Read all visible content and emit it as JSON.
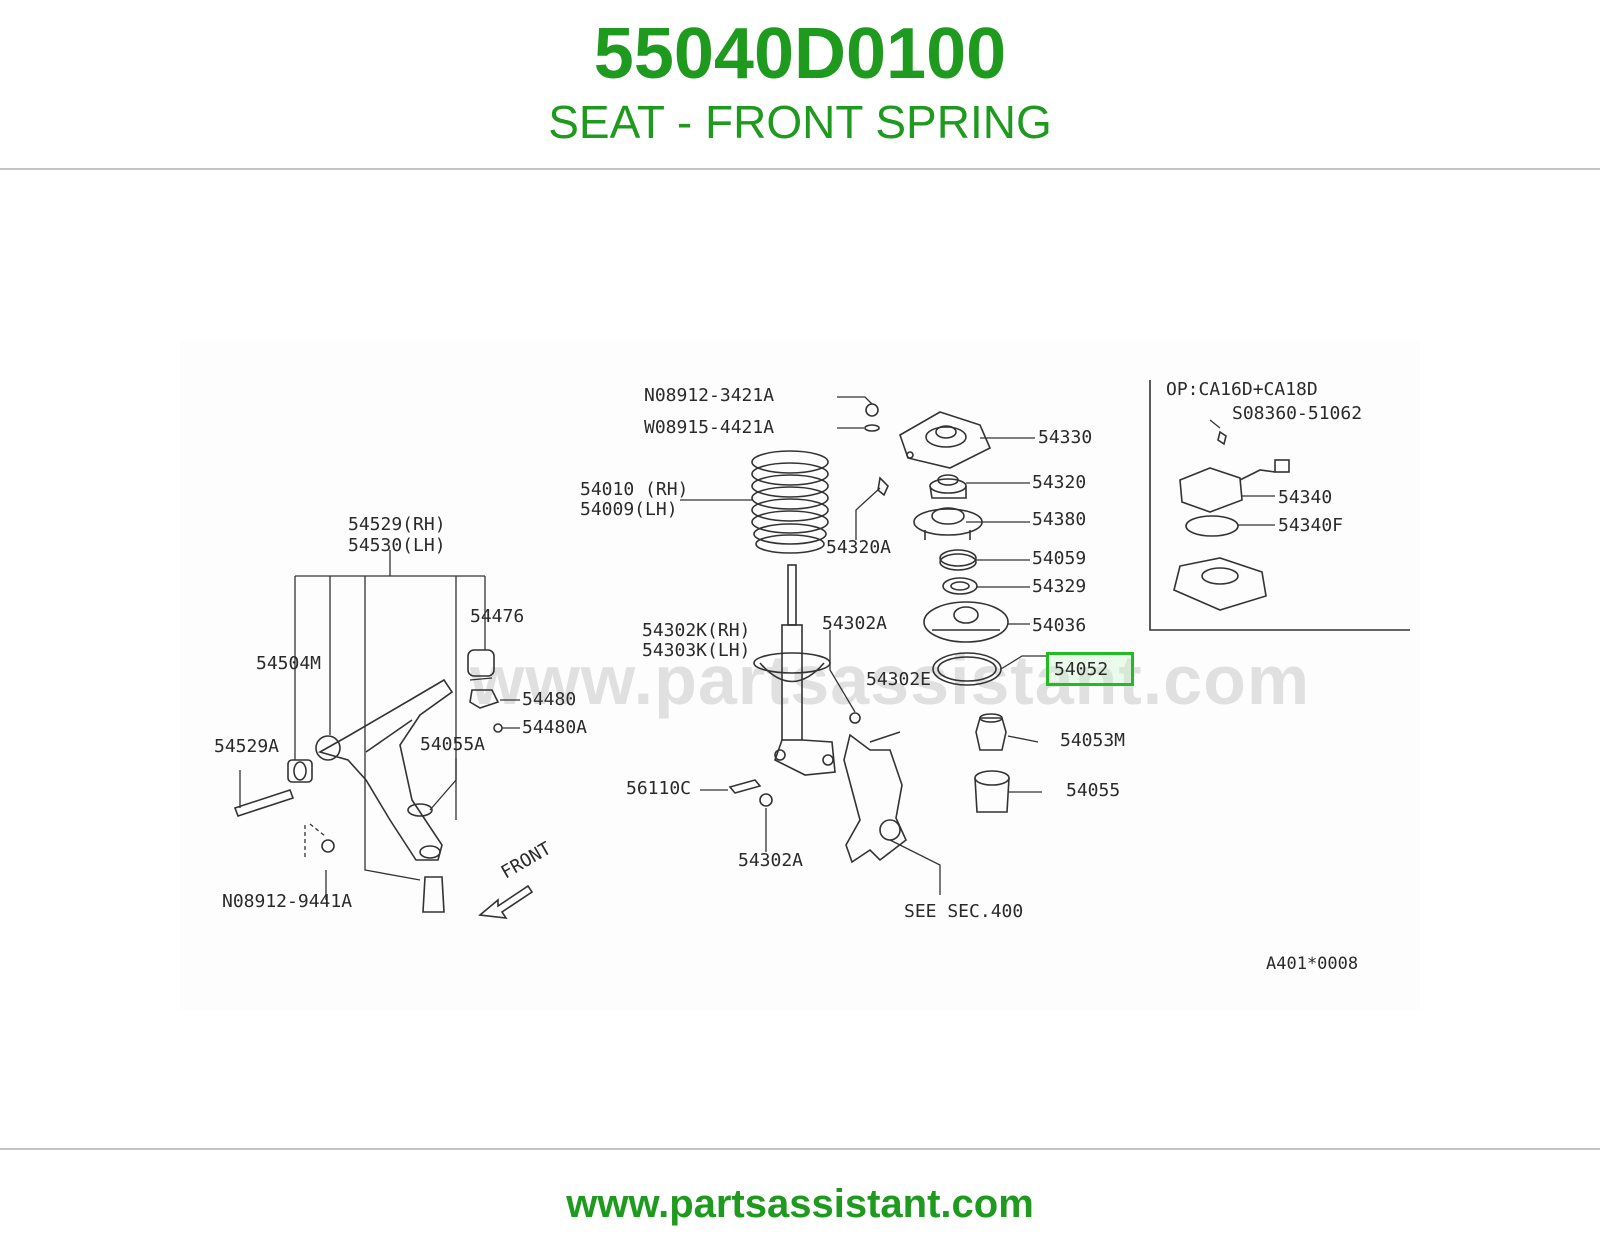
{
  "header": {
    "part_number": "55040D0100",
    "part_name": "SEAT - FRONT SPRING"
  },
  "watermark": "www.partsassistant.com",
  "diagram": {
    "labels": {
      "p08912_3421a": "N08912-3421A",
      "p08915_4421a": "W08915-4421A",
      "p54330": "54330",
      "p54010": "54010 (RH)",
      "p54009": "54009(LH)",
      "p54320": "54320",
      "p54380": "54380",
      "p54320a": "54320A",
      "p54059": "54059",
      "p54329": "54329",
      "p54036": "54036",
      "p54052": "54052",
      "p54302a_top": "54302A",
      "p54302k": "54302K(RH)",
      "p54303k": "54303K(LH)",
      "p54302e": "54302E",
      "p54053m": "54053M",
      "p54055": "54055",
      "p56110c": "56110C",
      "p54302a_bottom": "54302A",
      "see_sec": "SEE SEC.400",
      "p54529": "54529(RH)",
      "p54530": "54530(LH)",
      "p54476": "54476",
      "p54504m": "54504M",
      "p54480": "54480",
      "p54480a": "54480A",
      "p54529a": "54529A",
      "p54055a": "54055A",
      "p08912_9441a": "N08912-9441A",
      "front": "FRONT",
      "op": "OP:CA16D+CA18D",
      "p08360": "S08360-51062",
      "p54340": "54340",
      "p54340f": "54340F",
      "ref": "A401*0008"
    },
    "highlighted_part": "54052",
    "highlight_color": "#22bb22"
  },
  "footer": {
    "url": "www.partsassistant.com"
  }
}
